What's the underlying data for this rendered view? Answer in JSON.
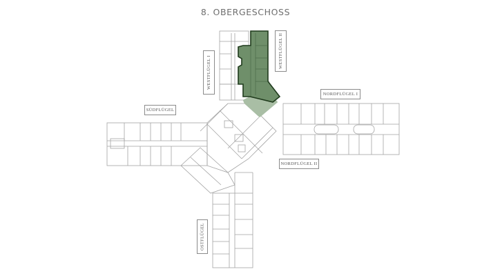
{
  "title": "8. OBERGESCHOSS",
  "wings": {
    "westfluegel_1": "WESTFLÜGEL I",
    "westfluegel_2": "WESTFLÜGEL II",
    "nordfluegel_1": "NORDFLÜGEL I",
    "nordfluegel_2": "NORDFLÜGEL II",
    "suedfluegel": "SÜDFLÜGEL",
    "ostfluegel": "OSTFLÜGEL"
  },
  "colors": {
    "highlight_dark": "#6f8f6a",
    "highlight_light": "#a9bea5",
    "highlight_border": "#1f3a1c",
    "wall": "#9a9a9a"
  }
}
